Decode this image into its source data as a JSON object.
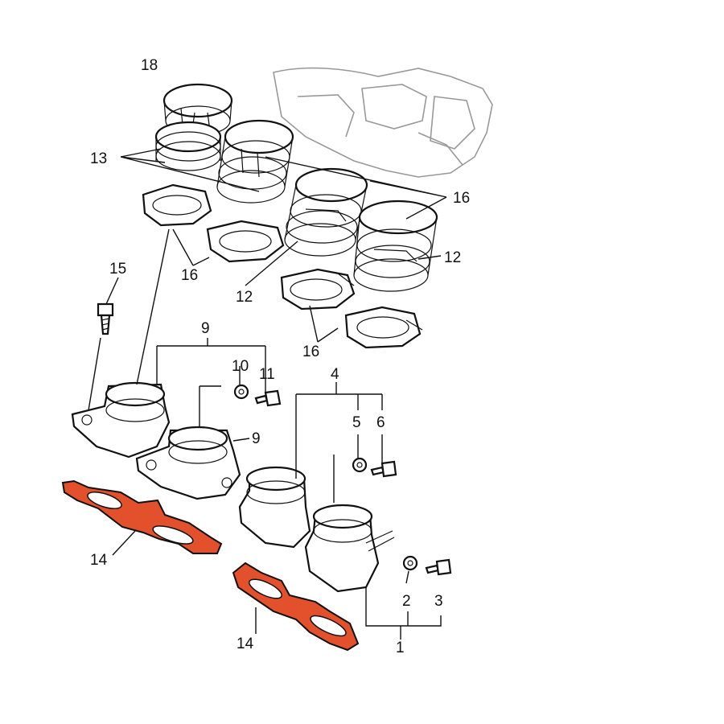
{
  "labels": {
    "l18": "18",
    "l13": "13",
    "l16a": "16",
    "l16b": "16",
    "l16c": "16",
    "l12a": "12",
    "l12b": "12",
    "l15": "15",
    "l9a": "9",
    "l9b": "9",
    "l10": "10",
    "l11": "11",
    "l4": "4",
    "l5": "5",
    "l6": "6",
    "l14a": "14",
    "l14b": "14",
    "l2": "2",
    "l3": "3",
    "l1": "1"
  },
  "colors": {
    "gasket": "#e2502c",
    "ink": "#111111"
  }
}
